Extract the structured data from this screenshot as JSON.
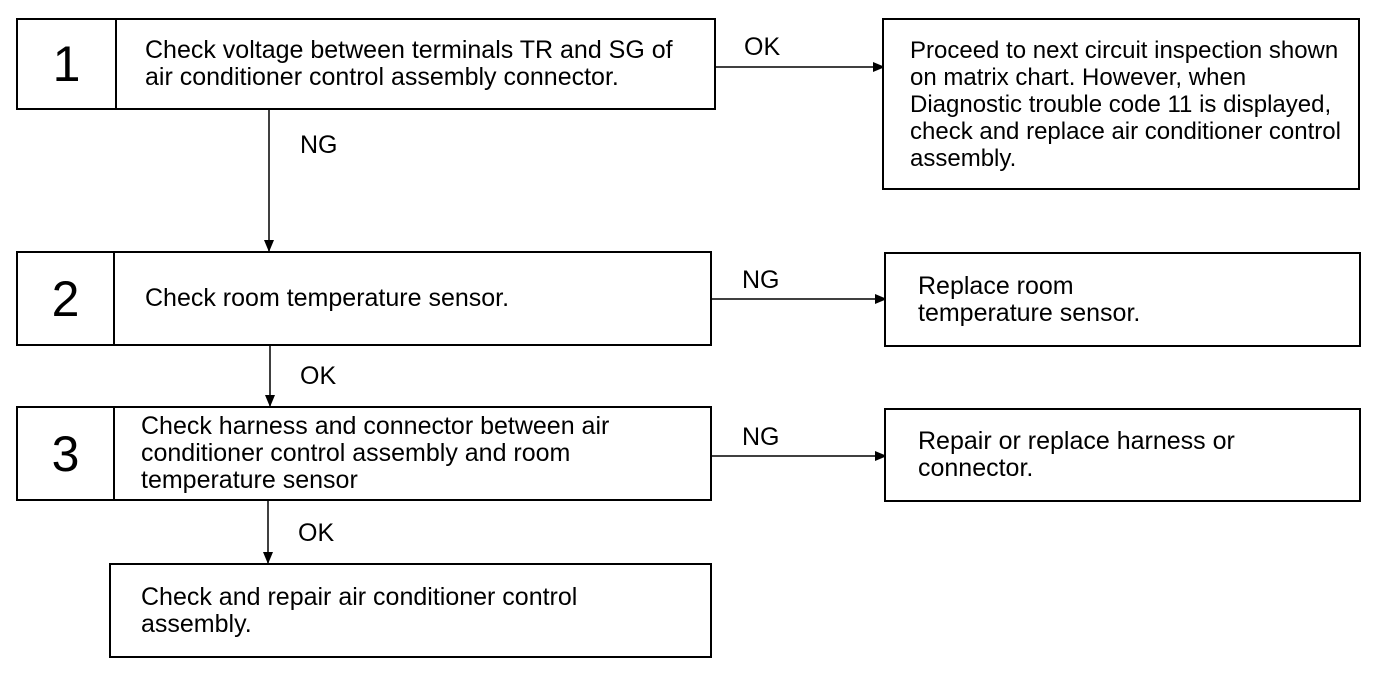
{
  "steps": [
    {
      "number": "1",
      "text": "Check voltage between terminals TR and SG of air conditioner control assembly connector."
    },
    {
      "number": "2",
      "text": "Check room temperature sensor."
    },
    {
      "number": "3",
      "text": "Check harness and connector between air conditioner control assembly and room temperature sensor"
    }
  ],
  "final_step": {
    "text": "Check and repair air conditioner control assembly."
  },
  "results": [
    {
      "text": "Proceed to next circuit inspection shown on matrix chart. However, when Diagnostic trouble code 11 is displayed, check and replace air conditioner control assembly."
    },
    {
      "text": "Replace room temperature sensor."
    },
    {
      "text": "Repair or replace harness or connector."
    }
  ],
  "edge_labels": {
    "step1_ok": "OK",
    "step1_ng": "NG",
    "step2_ng": "NG",
    "step2_ok": "OK",
    "step3_ng": "NG",
    "step3_ok": "OK"
  }
}
